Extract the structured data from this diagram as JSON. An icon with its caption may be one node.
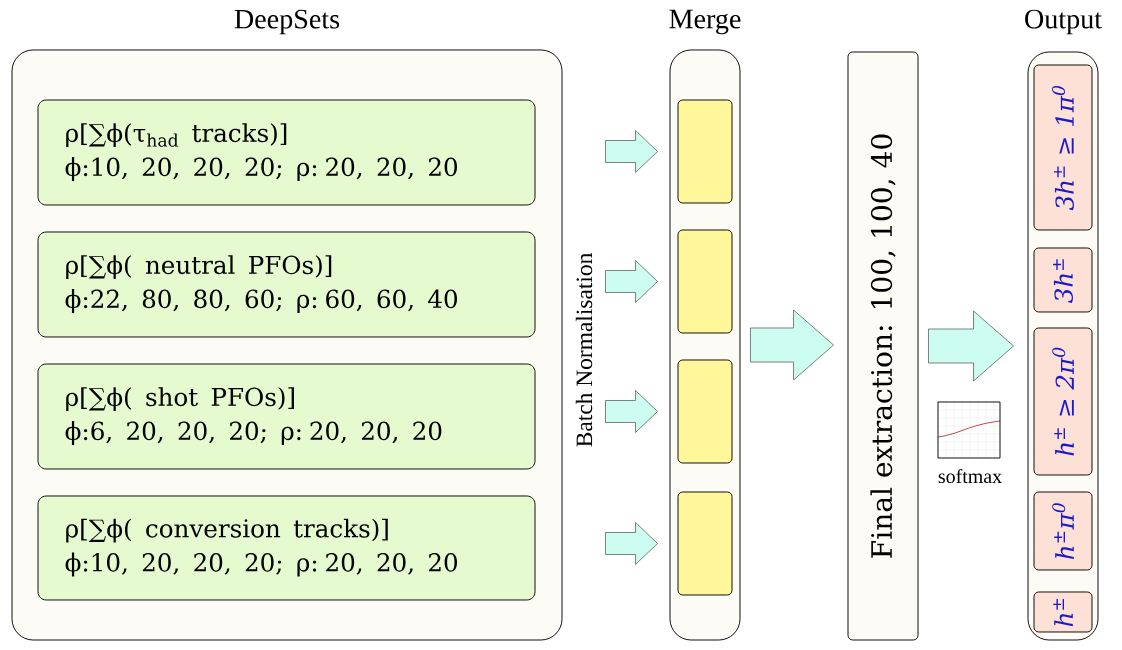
{
  "diagram": {
    "nodes": [
      {
        "text": [
          "DeepSets"
        ]
      },
      {
        "text": [
          "ρ[∑ϕ(τ$_{had}$ tracks)]",
          "ϕ:10, 20, 20, 20; ρ: 20, 20, 20"
        ],
        "in": 0
      },
      {
        "text": [
          "ρ[∑ϕ( neutral PFOs)]",
          "ϕ:22, 80, 80, 60; ρ: 60, 60, 40"
        ],
        "in": 0
      },
      {
        "text": [
          "ρ[∑ϕ( shot PFOs)]",
          "ϕ:6, 20, 20, 20; ρ: 20, 20, 20"
        ],
        "in": 0
      },
      {
        "text": [
          "ρ[∑ϕ( conversion tracks)]",
          "ϕ:10, 20, 20, 20; ρ: 20, 20, 20"
        ],
        "in": 0
      },
      {
        "text": [
          "Merge"
        ]
      },
      {
        "text": [],
        "shape": "box",
        "in": 5
      },
      {
        "text": [],
        "shape": "box",
        "in": 5
      },
      {
        "text": [],
        "shape": "box",
        "in": 5
      },
      {
        "text": [],
        "shape": "box",
        "in": 5
      },
      {
        "text": [
          "Final extraction: 100, 100, 40"
        ]
      },
      {
        "text": [
          "Output"
        ]
      },
      {
        "text": [
          "3h$^{±}$ ≥ 1π$^{0}$"
        ],
        "in": 11
      },
      {
        "text": [
          "3h$^{±}$"
        ],
        "in": 11
      },
      {
        "text": [
          "h$^{±}$ ≥ 2π$^{0}$"
        ],
        "in": 11
      },
      {
        "text": [
          "h$^{±}$π$^{0}$"
        ],
        "in": 11
      },
      {
        "text": [
          "h$^{±}$"
        ],
        "in": 11
      }
    ],
    "edges": [
      {
        "from": 0,
        "to": 6,
        "arrow": "to"
      },
      {
        "from": 0,
        "to": 7,
        "arrow": "to"
      },
      {
        "from": 0,
        "to": 8,
        "arrow": "to"
      },
      {
        "from": 0,
        "to": 9,
        "arrow": "to"
      },
      {
        "from": 5,
        "to": 10,
        "arrow": "to"
      },
      {
        "from": 10,
        "to": 11,
        "arrow": "to"
      }
    ],
    "labels": [
      "Batch Normalisation",
      "softmax"
    ]
  }
}
